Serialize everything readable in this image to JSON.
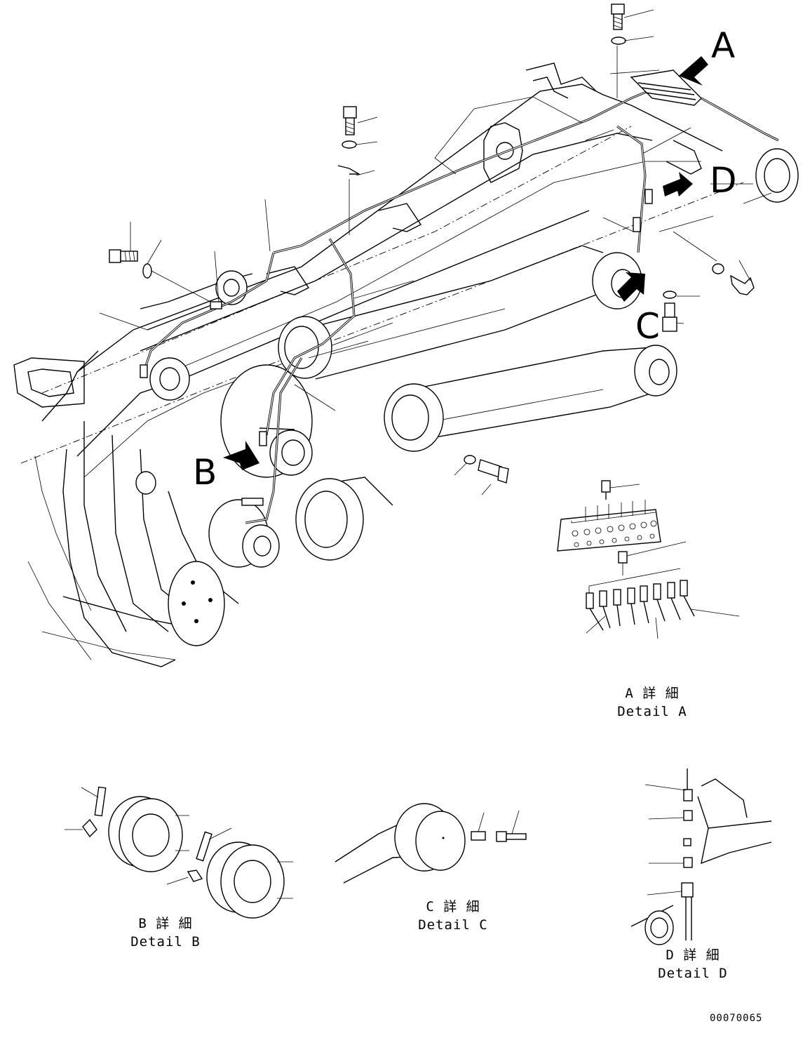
{
  "callouts": {
    "a": "A",
    "b": "B",
    "c": "C",
    "d": "D"
  },
  "details": {
    "a": {
      "jp": "A 詳 細",
      "en": "Detail A"
    },
    "b": {
      "jp": "B 詳 細",
      "en": "Detail B"
    },
    "c": {
      "jp": "C 詳 細",
      "en": "Detail C"
    },
    "d": {
      "jp": "D 詳 細",
      "en": "Detail D"
    }
  },
  "part_number": "00070065"
}
